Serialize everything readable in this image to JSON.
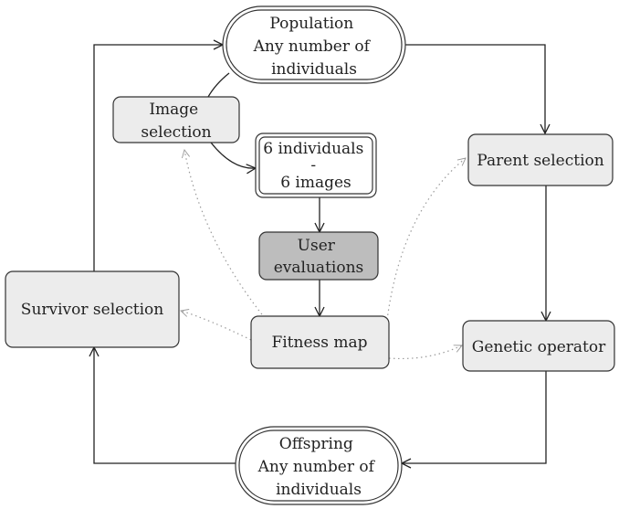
{
  "nodes": {
    "population": {
      "lines": [
        "Population",
        "Any number of",
        "individuals"
      ]
    },
    "image_selection": {
      "lines": [
        "Image",
        "selection"
      ]
    },
    "six_individuals": {
      "lines": [
        "6 individuals",
        "-",
        "6 images"
      ]
    },
    "parent_selection": {
      "lines": [
        "Parent selection"
      ]
    },
    "user_evaluations": {
      "lines": [
        "User",
        "evaluations"
      ]
    },
    "survivor_selection": {
      "lines": [
        "Survivor selection"
      ]
    },
    "fitness_map": {
      "lines": [
        "Fitness map"
      ]
    },
    "genetic_operator": {
      "lines": [
        "Genetic operator"
      ]
    },
    "offspring": {
      "lines": [
        "Offspring",
        "Any number of",
        "individuals"
      ]
    }
  }
}
